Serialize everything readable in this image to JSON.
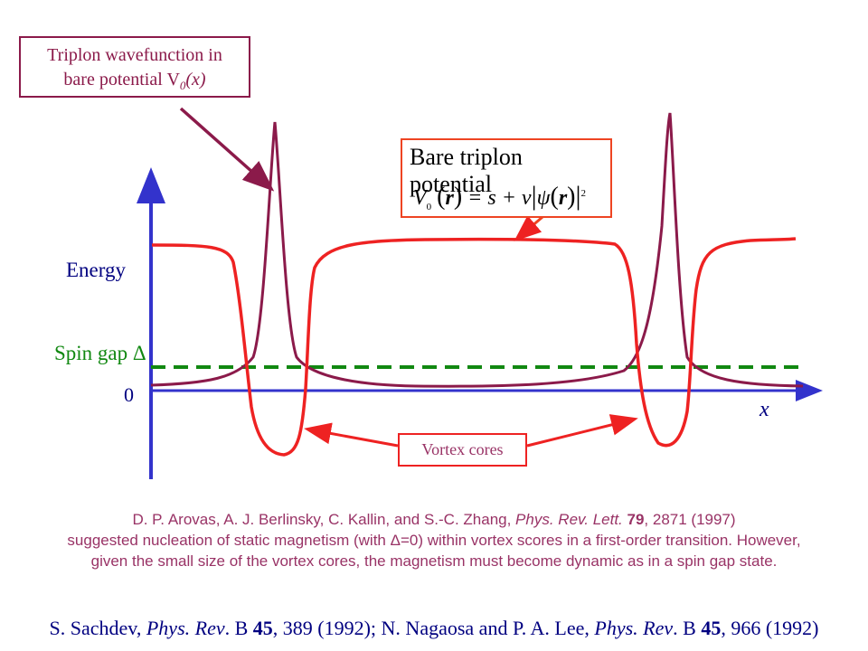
{
  "labels": {
    "energy": "Energy",
    "spin_gap": "Spin gap Δ",
    "zero": "0",
    "x_axis": "x"
  },
  "callout_wavefunction": {
    "line1": "Triplon wavefunction in",
    "line2_prefix": "bare potential V",
    "line2_sub": "0",
    "line2_suffix": "(x)"
  },
  "callout_potential": {
    "title": "Bare triplon potential",
    "formula_lhs": "V",
    "formula_sub": "0",
    "formula_arg": "r",
    "formula_rhs_1": "= s +",
    "formula_rhs_2": "v",
    "formula_psi": "ψ",
    "formula_power": "2"
  },
  "callout_vortex": {
    "label": "Vortex cores"
  },
  "reference_block": {
    "line1_part1": "D. P. Arovas, A. J. Berlinsky, C. Kallin, and S.-C. Zhang, ",
    "line1_journal": "Phys. Rev. Lett.",
    "line1_volume": " 79",
    "line1_rest": ", 2871 (1997)",
    "line2": "suggested nucleation of static magnetism (with Δ=0) within vortex scores in a first-order transition. However,",
    "line3": "given the small size of the vortex cores, the magnetism must become dynamic as in a spin gap state."
  },
  "bottom_reference": {
    "author1": "S. Sachdev, ",
    "journal1": "Phys. Rev",
    "j1_sep": ". B ",
    "vol1": "45",
    "rest1": ", 389 (1992); N. Nagaosa and P. A. Lee, ",
    "journal2": "Phys. Rev",
    "j2_sep": ". B ",
    "vol2": "45",
    "rest2": ", 966 (1992)"
  },
  "colors": {
    "axis": "#3333cc",
    "potential": "#ee2222",
    "wavefunction": "#8b1a4a",
    "spin_gap_line": "#118811",
    "callout_border_wave": "#8b1a4a",
    "callout_border_potential": "#ee4422",
    "callout_border_vortex": "#ee2222",
    "reference_text": "#993366",
    "bottom_text": "#000080"
  }
}
